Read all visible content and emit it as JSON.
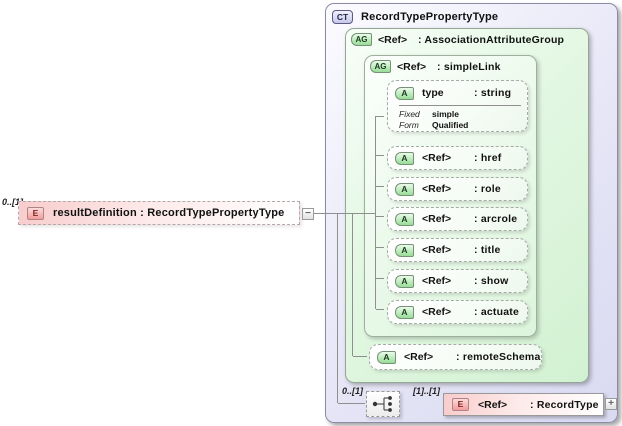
{
  "element": {
    "cardinality": "0..[1]",
    "badge": "E",
    "label": "resultDefinition : RecordTypePropertyType",
    "collapse_glyph": "−"
  },
  "complexType": {
    "badge": "CT",
    "title": "RecordTypePropertyType",
    "assocGroup": {
      "badge": "AG",
      "ref": "<Ref>",
      "type": ": AssociationAttributeGroup"
    },
    "simpleLink": {
      "badge": "AG",
      "ref": "<Ref>",
      "type": ": simpleLink"
    },
    "typeAttr": {
      "badge": "A",
      "name": "type",
      "type": ": string",
      "facets": [
        {
          "label": "Fixed",
          "value": "simple"
        },
        {
          "label": "Form",
          "value": "Qualified"
        }
      ]
    },
    "attributes": [
      {
        "badge": "A",
        "ref": "<Ref>",
        "type": ": href"
      },
      {
        "badge": "A",
        "ref": "<Ref>",
        "type": ": role"
      },
      {
        "badge": "A",
        "ref": "<Ref>",
        "type": ": arcrole"
      },
      {
        "badge": "A",
        "ref": "<Ref>",
        "type": ": title"
      },
      {
        "badge": "A",
        "ref": "<Ref>",
        "type": ": show"
      },
      {
        "badge": "A",
        "ref": "<Ref>",
        "type": ": actuate"
      }
    ],
    "remoteSchema": {
      "badge": "A",
      "ref": "<Ref>",
      "type": ": remoteSchema"
    },
    "sequence": {
      "cardinality_before": "0..[1]",
      "cardinality_after": "[1]..[1]",
      "element": {
        "badge": "E",
        "ref": "<Ref>",
        "type": ": RecordType",
        "expand_glyph": "+"
      }
    }
  },
  "colors": {
    "complexTypeFill": "#dcdcf2",
    "groupFill": "#d9f4d9",
    "elementFill": "#f8cccc",
    "badgeGreen": "#98dd98",
    "badgeLavender": "#c7c7ea",
    "badgePink": "#f29c9c",
    "connector": "#8f8f8f"
  }
}
